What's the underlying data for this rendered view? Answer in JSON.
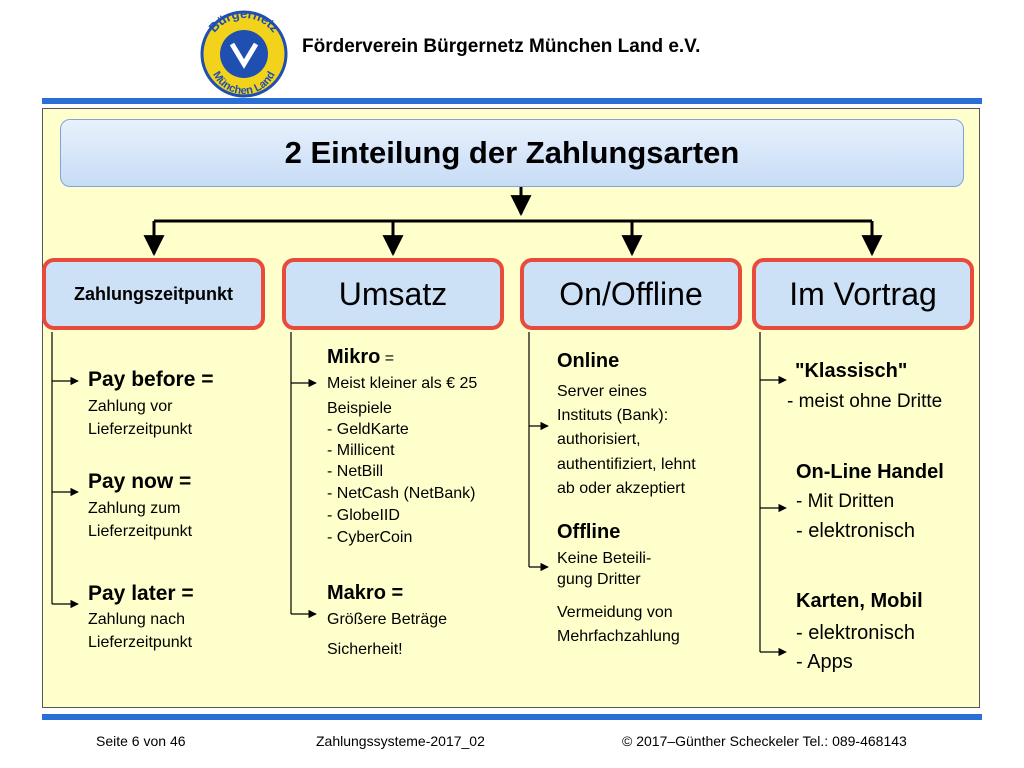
{
  "header": {
    "logo_top": "Bürgernetz",
    "logo_bottom": "München Land",
    "org": "Förderverein Bürgernetz München Land e.V."
  },
  "title": "2 Einteilung der Zahlungsarten",
  "categories": [
    "Zahlungszeitpunkt",
    "Umsatz",
    "On/Offline",
    "Im Vortrag"
  ],
  "col1": {
    "before_h": "Pay before =",
    "before_1": "Zahlung vor",
    "before_2": "Lieferzeitpunkt",
    "now_h": "Pay now =",
    "now_1": "Zahlung zum",
    "now_2": "Lieferzeitpunkt",
    "later_h": "Pay later =",
    "later_1": "Zahlung nach",
    "later_2": "Lieferzeitpunkt"
  },
  "col2": {
    "mikro_h": "Mikro",
    "mikro_eq": "=",
    "mikro_1": "Meist kleiner als € 25",
    "beispiele": "Beispiele",
    "ex": [
      "- GeldKarte",
      "- Millicent",
      "- NetBill",
      "- NetCash (NetBank)",
      "- GlobeIID",
      "- CyberCoin"
    ],
    "makro_h": "Makro =",
    "makro_1": "Größere Beträge",
    "makro_2": "Sicherheit!"
  },
  "col3": {
    "online_h": "Online",
    "online_lines": [
      "Server eines",
      "Instituts (Bank):",
      "authorisiert,",
      "authentifiziert, lehnt",
      "ab oder akzeptiert"
    ],
    "offline_h": "Offline",
    "offline_lines": [
      "Keine Beteili-",
      "gung Dritter"
    ],
    "offline_extra": [
      "Vermeidung von",
      "Mehrfachzahlung"
    ]
  },
  "col4": {
    "klassisch_h": "\"Klassisch\"",
    "klassisch_1": "- meist ohne Dritte",
    "online_h": "On-Line Handel",
    "online_1": "- Mit Dritten",
    "online_2": "- elektronisch",
    "karten_h": "Karten, Mobil",
    "karten_1": "- elektronisch",
    "karten_2": "- Apps"
  },
  "footer": {
    "page": "Seite 6 von 46",
    "file": "Zahlungssysteme-2017_02",
    "copyright": "© 2017–Günther Scheckeler Tel.: 089-468143"
  },
  "colors": {
    "accent_blue": "#2a6fd6",
    "category_border": "#e84b3c",
    "panel_bg": "#ffffcc"
  }
}
